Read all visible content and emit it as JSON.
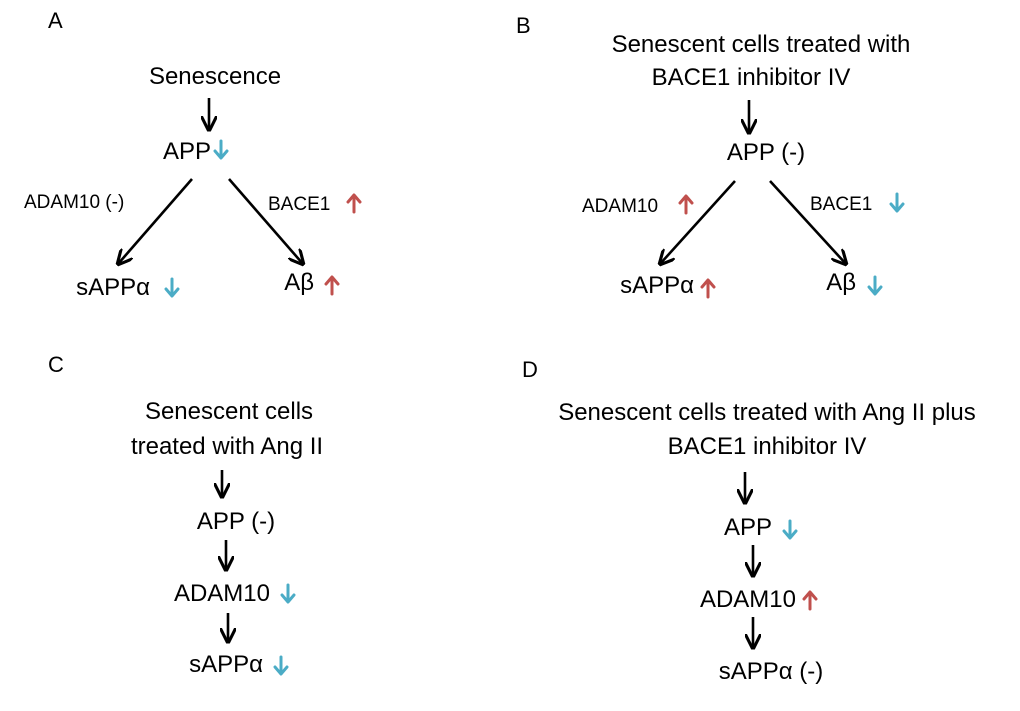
{
  "colors": {
    "up": "#C0504D",
    "down": "#4BACC6",
    "line": "#000000"
  },
  "panels": {
    "a": {
      "letter": "A",
      "top": "Senescence",
      "app": "APP",
      "left_enzyme": "ADAM10 (-)",
      "right_enzyme": "BACE1",
      "left_product": "sAPPα",
      "right_product": "Aβ",
      "arrows": {
        "app": "down",
        "right_enzyme": "up",
        "left_product": "down",
        "right_product": "up"
      }
    },
    "b": {
      "letter": "B",
      "top_line1": "Senescent cells treated with",
      "top_line2": "BACE1 inhibitor IV",
      "app": "APP (-)",
      "left_enzyme": "ADAM10",
      "right_enzyme": "BACE1",
      "left_product": "sAPPα",
      "right_product": "Aβ",
      "arrows": {
        "left_enzyme": "up",
        "right_enzyme": "down",
        "left_product": "up",
        "right_product": "down"
      }
    },
    "c": {
      "letter": "C",
      "top_line1": "Senescent cells",
      "top_line2": "treated with Ang II",
      "app": "APP (-)",
      "enzyme": "ADAM10",
      "product": "sAPPα",
      "arrows": {
        "enzyme": "down",
        "product": "down"
      }
    },
    "d": {
      "letter": "D",
      "top_line1": "Senescent cells treated with Ang II plus",
      "top_line2": "BACE1 inhibitor IV",
      "app": "APP",
      "enzyme": "ADAM10",
      "product": "sAPPα (-)",
      "arrows": {
        "app": "down",
        "enzyme": "up"
      }
    }
  }
}
